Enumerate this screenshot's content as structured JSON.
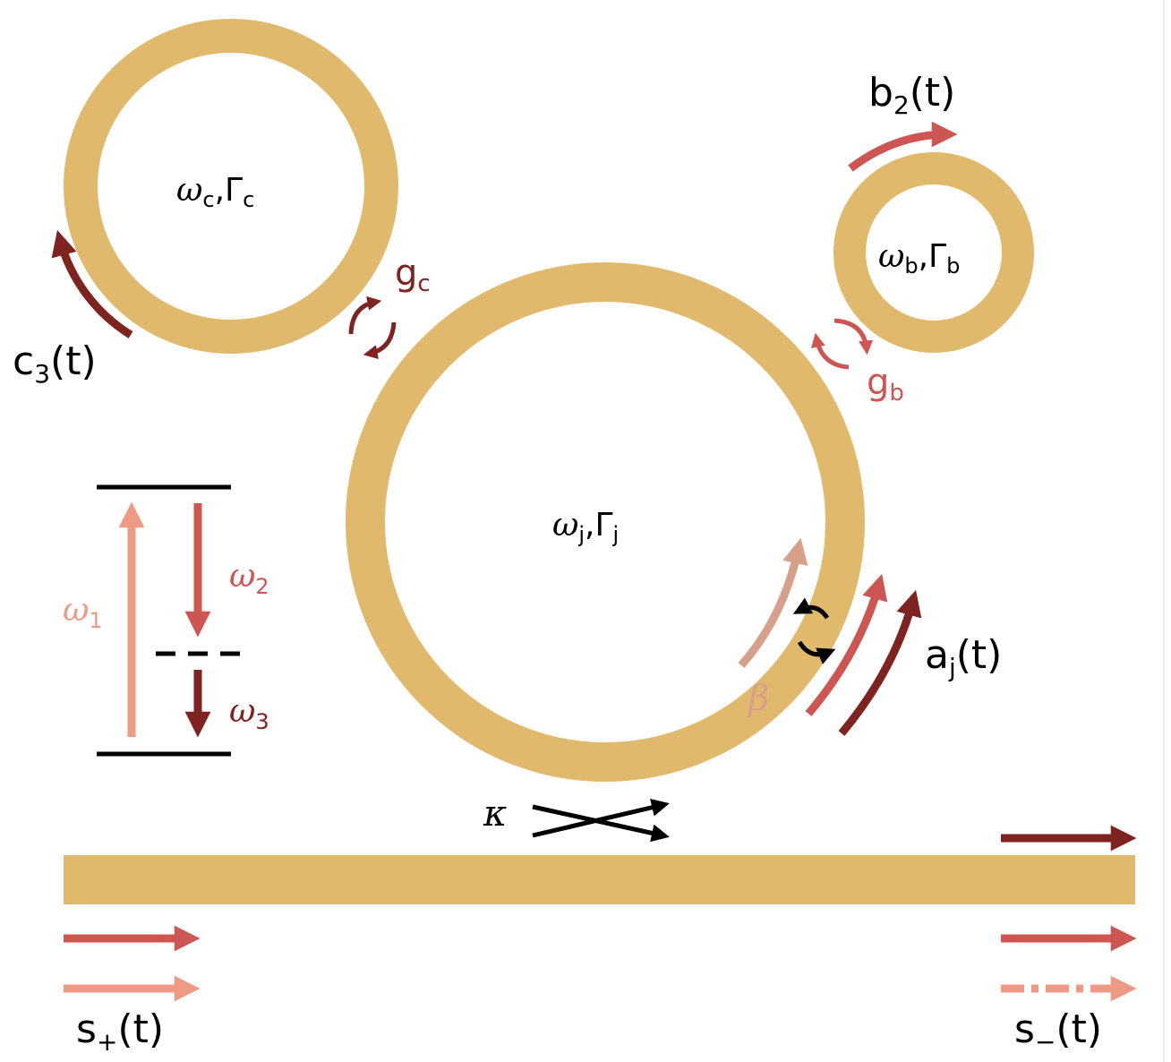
{
  "colors": {
    "ring": "#e0b96d",
    "ink": "#000000",
    "dark_red": "#7e2320",
    "red": "#cd5652",
    "salmon": "#ef9a85",
    "pale": "#d7a08a"
  },
  "rings": {
    "c": {
      "omega": "ω",
      "omega_sub": "c",
      "gamma": "Γ",
      "gamma_sub": "c"
    },
    "b": {
      "omega": "ω",
      "omega_sub": "b",
      "gamma": "Γ",
      "gamma_sub": "b"
    },
    "j": {
      "omega": "ω",
      "omega_sub": "j",
      "gamma": "Γ",
      "gamma_sub": "j"
    }
  },
  "couplings": {
    "gc": {
      "base": "g",
      "sub": "c"
    },
    "gb": {
      "base": "g",
      "sub": "b"
    },
    "kappa": "κ",
    "beta": "β"
  },
  "modes": {
    "c3": {
      "base": "c",
      "sub": "3",
      "arg": "(t)"
    },
    "b2": {
      "base": "b",
      "sub": "2",
      "arg": "(t)"
    },
    "aj": {
      "base": "a",
      "sub": "j",
      "arg": "(t)"
    },
    "s_plus": {
      "base": "s",
      "sub": "+",
      "arg": "(t)"
    },
    "s_minus": {
      "base": "s",
      "sub": "−",
      "arg": "(t)"
    }
  },
  "levels": {
    "omega1": {
      "base": "ω",
      "sub": "1"
    },
    "omega2": {
      "base": "ω",
      "sub": "2"
    },
    "omega3": {
      "base": "ω",
      "sub": "3"
    }
  }
}
